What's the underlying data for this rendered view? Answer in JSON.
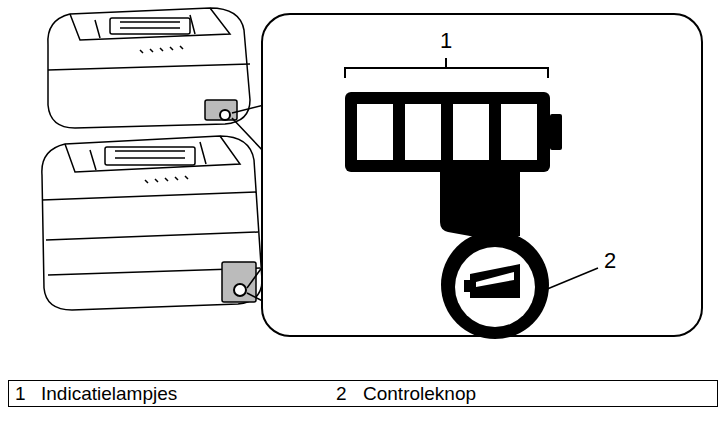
{
  "diagram": {
    "labels": [
      "1",
      "2",
      "1",
      "Indicatielampjes",
      "2",
      "Controleknop"
    ]
  }
}
